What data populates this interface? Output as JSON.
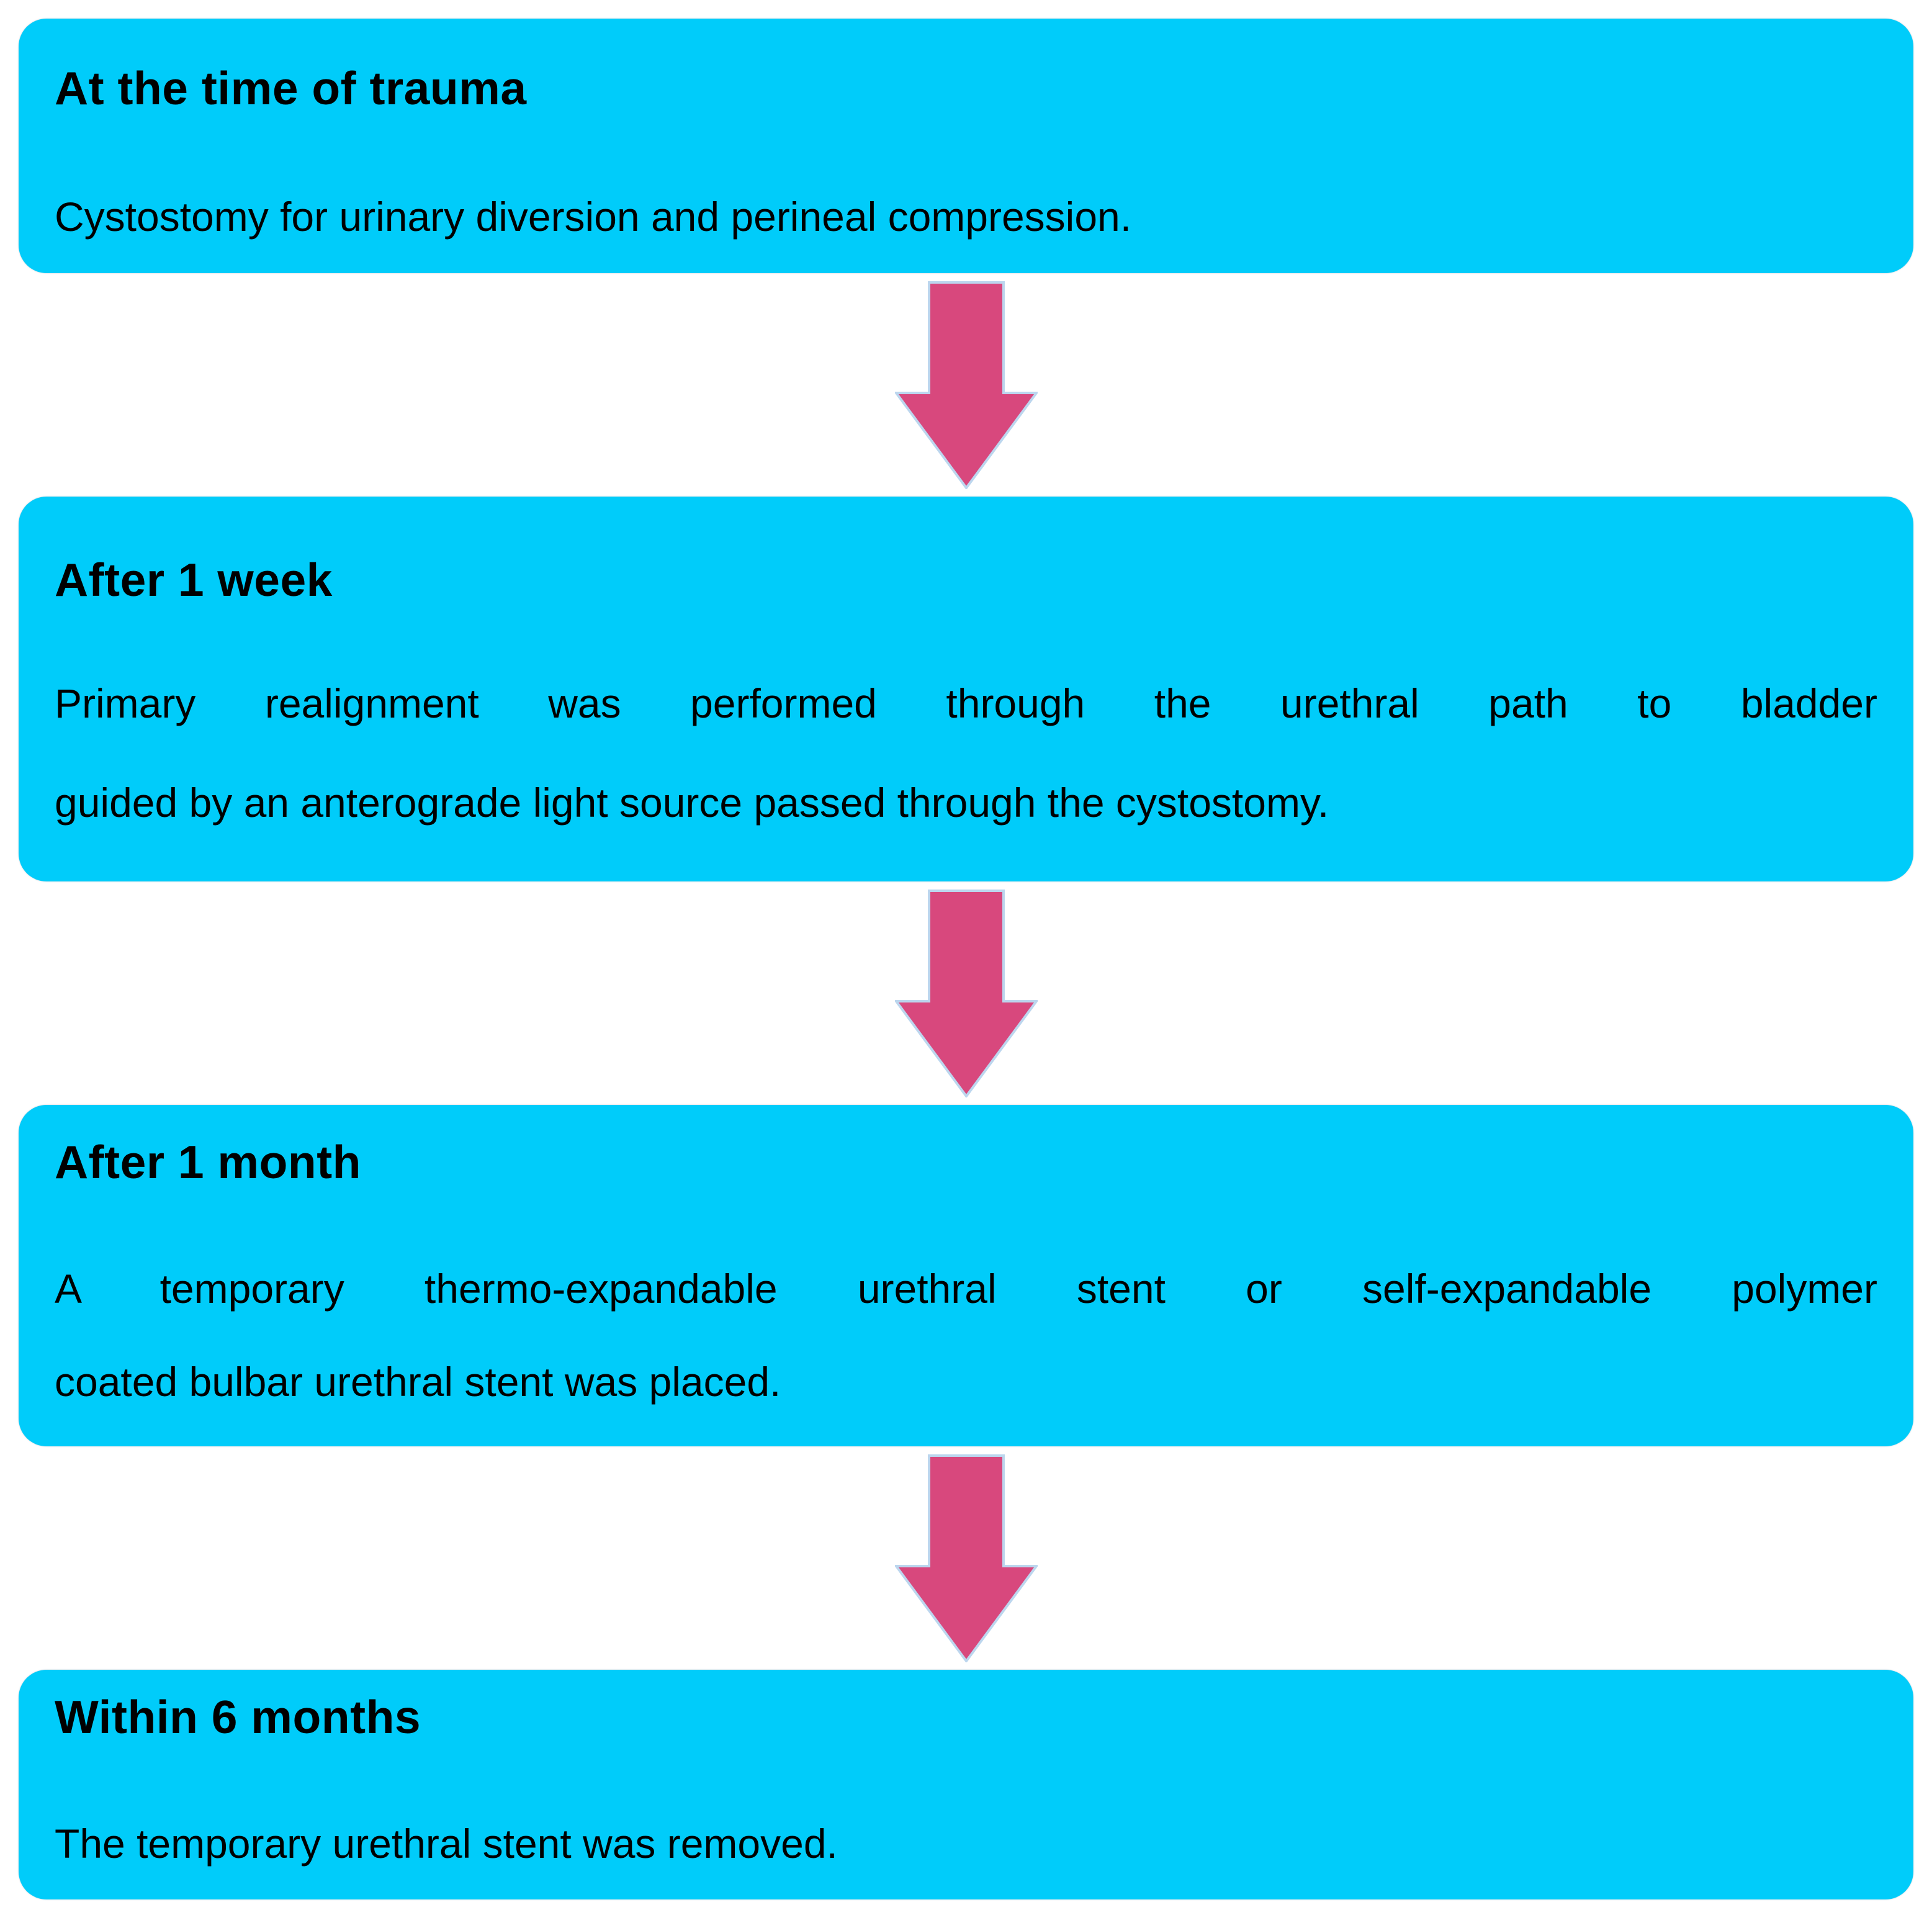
{
  "colors": {
    "page_bg": "#ffffff",
    "box_bg": "#00ccfa",
    "arrow_fill": "#d8487d",
    "arrow_stroke": "#bcd6ee",
    "text": "#000000"
  },
  "flowchart": {
    "steps": [
      {
        "title": "At the time of trauma",
        "body_lines": [
          "Cystostomy for urinary diversion and perineal compression."
        ]
      },
      {
        "title": "After 1 week",
        "body_lines": [
          "Primary realignment was performed through the urethral path to bladder",
          "guided by an anterograde light source passed through the cystostomy."
        ]
      },
      {
        "title": "After 1 month",
        "body_lines": [
          "A temporary thermo-expandable urethral stent or self-expandable polymer",
          "coated bulbar urethral stent was placed."
        ]
      },
      {
        "title": "Within 6 months",
        "body_lines": [
          "The temporary urethral stent was removed."
        ]
      }
    ],
    "connector_icon": "down-arrow"
  }
}
